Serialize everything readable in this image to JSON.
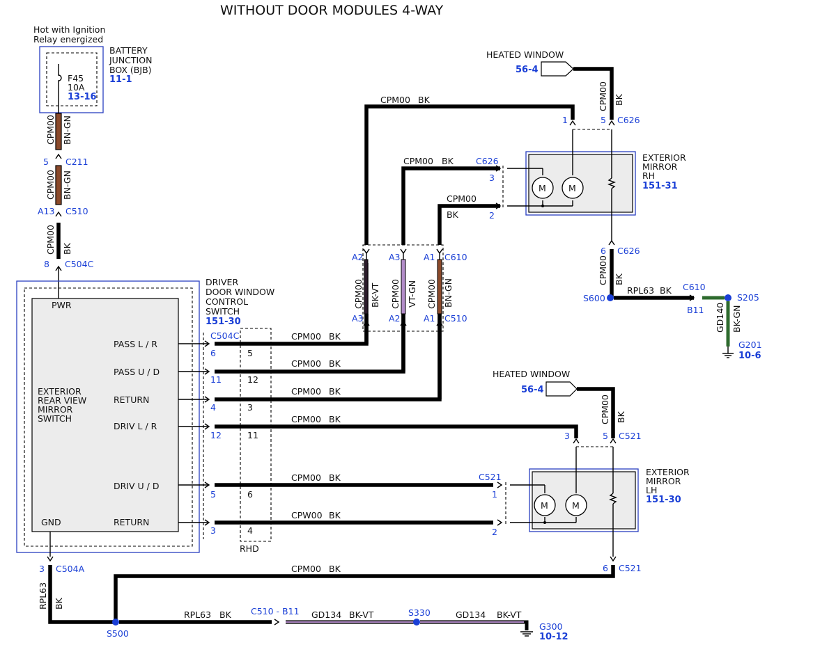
{
  "title": "WITHOUT DOOR MODULES 4-WAY",
  "bjb": {
    "hot_line1": "Hot with Ignition",
    "hot_line2": "Relay energized",
    "name_line1": "BATTERY",
    "name_line2": "JUNCTION",
    "name_line3": "BOX (BJB)",
    "ref": "11-1",
    "fuse": "F45",
    "fuse_rating": "10A",
    "fuse_ref": "13-16"
  },
  "switch": {
    "name_line1": "DRIVER",
    "name_line2": "DOOR WINDOW",
    "name_line3": "CONTROL",
    "name_line4": "SWITCH",
    "ref": "151-30",
    "pwr": "PWR",
    "gnd": "GND",
    "inner_line1": "EXTERIOR",
    "inner_line2": "REAR VIEW",
    "inner_line3": "MIRROR",
    "inner_line4": "SWITCH",
    "pins": [
      "PASS L / R",
      "PASS U / D",
      "RETURN",
      "DRIV L / R",
      "DRIV U / D",
      "RETURN"
    ],
    "rhd": "RHD"
  },
  "connectors": {
    "c211": "C211",
    "c510": "C510",
    "c504c": "C504C",
    "c504a": "C504A",
    "c610": "C610",
    "c626": "C626",
    "c521": "C521",
    "c510_b11": "C510 - B11"
  },
  "pins": {
    "p5": "5",
    "a13": "A13",
    "p8": "8",
    "p3": "3",
    "c504c_pins": [
      "6",
      "11",
      "4",
      "12",
      "5",
      "3"
    ],
    "rhd_pins": [
      "5",
      "12",
      "3",
      "11",
      "6",
      "4"
    ],
    "c610_top": [
      "A2",
      "A3",
      "A1"
    ],
    "c510_bot": [
      "A3",
      "A2",
      "A1"
    ],
    "rh_top": [
      "1",
      "5"
    ],
    "rh_side": [
      "3",
      "2"
    ],
    "rh_bottom": "6",
    "lh_top": [
      "3",
      "5"
    ],
    "lh_side": [
      "1",
      "2"
    ],
    "lh_bottom": "6",
    "b11": "B11"
  },
  "wires": {
    "cpm00": "CPM00",
    "cpw00": "CPW00",
    "bk": "BK",
    "bn_gn": "BN-GN",
    "bk_vt": "BK-VT",
    "vt_gn": "VT-GN",
    "rpl63": "RPL63",
    "gd140": "GD140",
    "bk_gn": "BK-GN",
    "gd134": "GD134"
  },
  "heated_window": {
    "label": "HEATED WINDOW",
    "ref": "56-4"
  },
  "mirror_rh": {
    "line1": "EXTERIOR",
    "line2": "MIRROR",
    "line3": "RH",
    "ref": "151-31"
  },
  "mirror_lh": {
    "line1": "EXTERIOR",
    "line2": "MIRROR",
    "line3": "LH",
    "ref": "151-30"
  },
  "splices": {
    "s600": "S600",
    "s205": "S205",
    "s500": "S500",
    "s330": "S330"
  },
  "grounds": {
    "g201": "G201",
    "g201_ref": "10-6",
    "g300": "G300",
    "g300_ref": "10-12"
  },
  "motor": "M",
  "colors": {
    "wire": "#000000",
    "brown": "#8b4a2b",
    "violet": "#b28cc8",
    "green": "#2e6b2e",
    "accent": "#1a3fd6"
  }
}
